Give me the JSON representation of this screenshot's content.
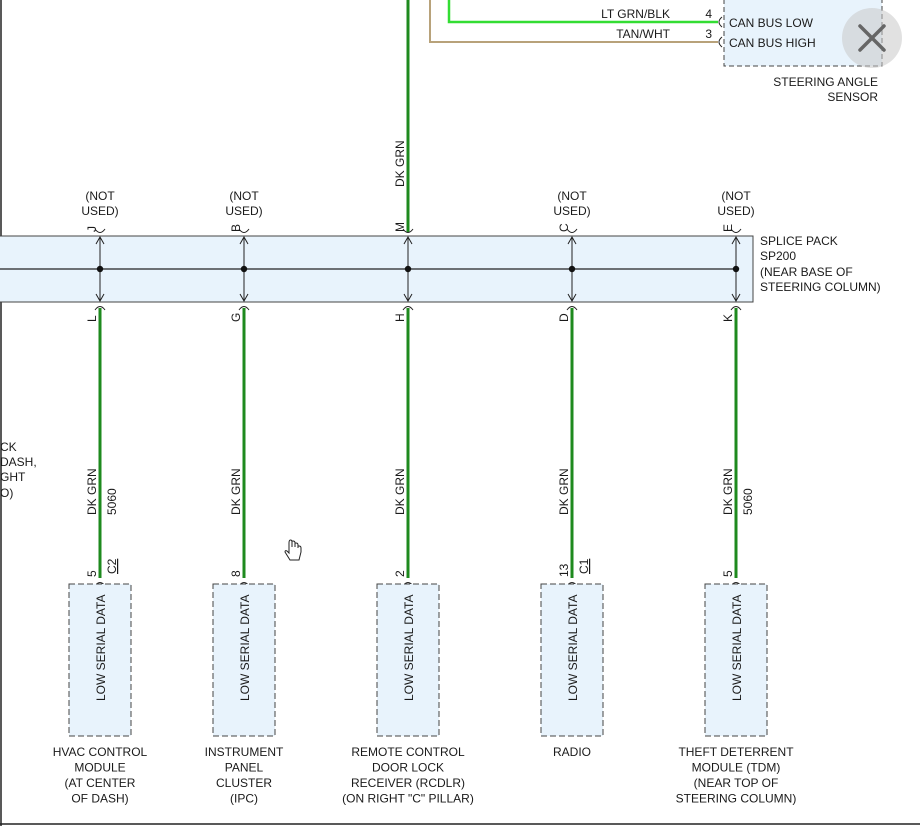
{
  "colors": {
    "wire_green": "#1e8a1e",
    "wire_lt_green": "#33dd33",
    "wire_tan": "#b8a27a",
    "module_fill": "#e8f3fc",
    "splice_fill": "#e8f3fc"
  },
  "top_wires": {
    "lt_grn_blk": {
      "label": "LT GRN/BLK",
      "pin": "4",
      "signal": "CAN BUS LOW"
    },
    "tan_wht": {
      "label": "TAN/WHT",
      "pin": "3",
      "signal": "CAN BUS HIGH"
    }
  },
  "steering_angle_sensor": {
    "line1": "STEERING ANGLE",
    "line2": "SENSOR"
  },
  "center_feed": {
    "color": "DK GRN"
  },
  "splice_pack": {
    "lines": [
      "SPLICE PACK",
      "SP200",
      "(NEAR BASE OF",
      "STEERING COLUMN)"
    ]
  },
  "not_used": {
    "line1": "(NOT",
    "line2": "USED)"
  },
  "columns": [
    {
      "top_pin": "J",
      "top_note": true,
      "bottom_pin": "L",
      "wire_color": "DK GRN",
      "circuit": "5060",
      "module_pin": "5",
      "connector": "C2",
      "module_label": "LOW SERIAL DATA",
      "name_lines": [
        "HVAC CONTROL",
        "MODULE",
        "(AT CENTER",
        "OF DASH)"
      ]
    },
    {
      "top_pin": "B",
      "top_note": true,
      "bottom_pin": "G",
      "wire_color": "DK GRN",
      "circuit": "",
      "module_pin": "8",
      "connector": "",
      "module_label": "LOW SERIAL DATA",
      "name_lines": [
        "INSTRUMENT",
        "PANEL",
        "CLUSTER",
        "(IPC)"
      ]
    },
    {
      "top_pin": "M",
      "top_note": false,
      "bottom_pin": "H",
      "wire_color": "DK GRN",
      "circuit": "",
      "module_pin": "2",
      "connector": "",
      "module_label": "LOW SERIAL DATA",
      "name_lines": [
        "REMOTE CONTROL",
        "DOOR LOCK",
        "RECEIVER (RCDLR)",
        "(ON RIGHT \"C\" PILLAR)"
      ]
    },
    {
      "top_pin": "C",
      "top_note": true,
      "bottom_pin": "D",
      "wire_color": "DK GRN",
      "circuit": "",
      "module_pin": "13",
      "connector": "C1",
      "module_label": "LOW SERIAL DATA",
      "name_lines": [
        "RADIO"
      ]
    },
    {
      "top_pin": "E",
      "top_note": true,
      "bottom_pin": "K",
      "wire_color": "DK GRN",
      "circuit": "5060",
      "module_pin": "5",
      "connector": "",
      "module_label": "LOW SERIAL DATA",
      "name_lines": [
        "THEFT DETERRENT",
        "MODULE (TDM)",
        "(NEAR TOP OF",
        "STEERING COLUMN)"
      ]
    }
  ],
  "left_partial_label": [
    "CK",
    "DASH,",
    "GHT",
    "O)"
  ],
  "icons": {
    "close": "close-x-icon",
    "cursor": "hand-cursor-icon"
  }
}
